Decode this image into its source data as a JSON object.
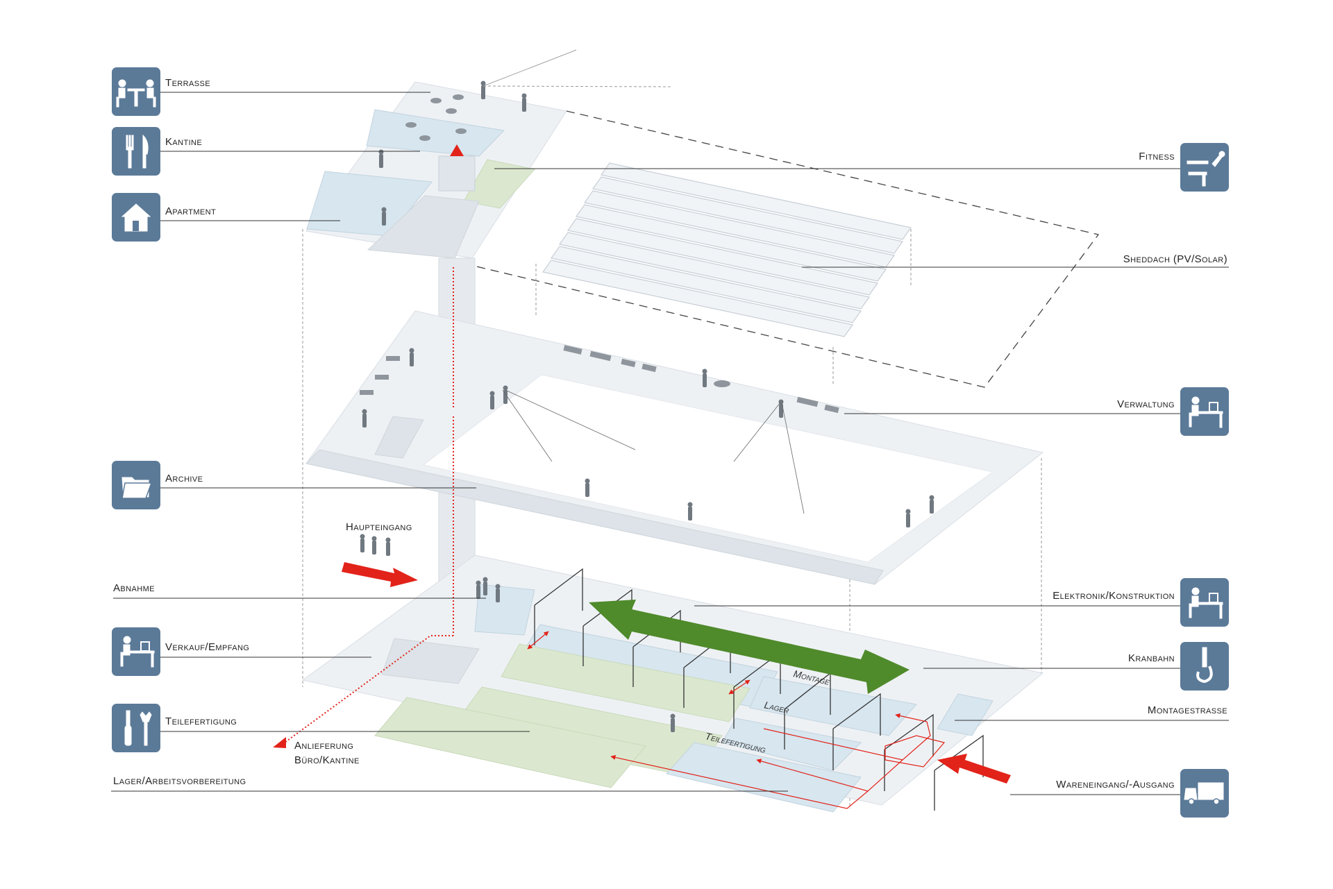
{
  "labels": {
    "terrasse": "Terrasse",
    "kantine": "Kantine",
    "apartment": "Apartment",
    "fitness": "Fitness",
    "sheddach": "Sheddach (PV/Solar)",
    "verwaltung": "Verwaltung",
    "archive": "Archive",
    "haupteingang": "Haupteingang",
    "abnahme": "Abnahme",
    "verkauf": "Verkauf/Empfang",
    "teilefertigung": "Teilefertigung",
    "anlieferung_1": "Anlieferung",
    "anlieferung_2": "Büro/Kantine",
    "lager_av": "Lager/Arbeitsvorbereitung",
    "elektronik": "Elektronik/Konstruktion",
    "kranbahn": "Kranbahn",
    "montagestrasse": "Montagestrasse",
    "wareneingang": "Wareneingang/-Ausgang"
  },
  "floor_labels": {
    "montage": "Montage",
    "lager": "Lager",
    "teilefertigung": "Teilefertigung"
  },
  "icons": {
    "terrasse": "terrace-dining-icon",
    "kantine": "fork-knife-icon",
    "apartment": "house-icon",
    "fitness": "fitness-icon",
    "verwaltung": "office-desk-icon",
    "archive": "folder-icon",
    "verkauf": "reception-desk-icon",
    "teilefertigung": "tools-icon",
    "elektronik": "workstation-icon",
    "kranbahn": "crane-hook-icon",
    "wareneingang": "truck-icon"
  },
  "colors": {
    "icon_background": "#5b7a98",
    "flow_arrow": "#e2231a",
    "crane_arrow": "#4f8a2b",
    "room_fill": "#d7e6ef",
    "green_zone": "#dbe8cf"
  }
}
